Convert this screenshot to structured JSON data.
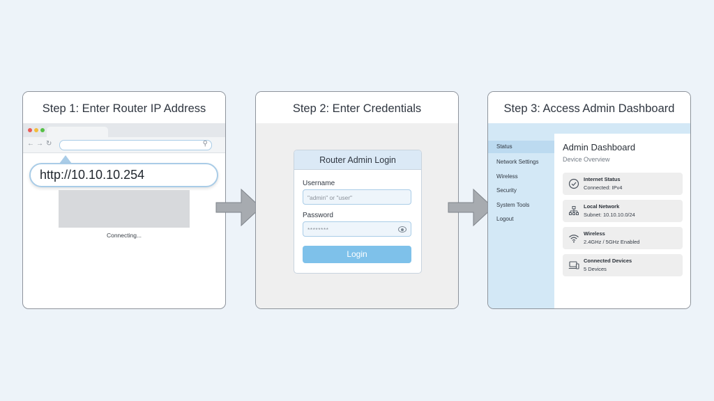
{
  "steps": [
    {
      "title": "Step 1: Enter Router IP Address"
    },
    {
      "title": "Step 2: Enter Credentials"
    },
    {
      "title": "Step 3: Access Admin Dashboard"
    }
  ],
  "browser": {
    "url_callout": "http://10.10.10.254",
    "status": "Connecting..."
  },
  "login": {
    "title": "Router Admin Login",
    "username_label": "Username",
    "username_placeholder": "\"admin\" or \"user\"",
    "password_label": "Password",
    "password_value": "********",
    "button_label": "Login"
  },
  "dashboard": {
    "title": "Admin Dashboard",
    "subtitle": "Device Overview",
    "nav": [
      {
        "label": "Status"
      },
      {
        "label": "Network Settings"
      },
      {
        "label": "Wireless"
      },
      {
        "label": "Security"
      },
      {
        "label": "System Tools"
      },
      {
        "label": "Logout"
      }
    ],
    "cards": [
      {
        "title": "Internet Status",
        "detail": "Connected: IPv4",
        "icon": "check-circle-icon"
      },
      {
        "title": "Local Network",
        "detail": "Subnet: 10.10.10.0/24",
        "icon": "network-icon"
      },
      {
        "title": "Wireless",
        "detail": "2.4GHz / 5GHz Enabled",
        "icon": "wifi-icon"
      },
      {
        "title": "Connected Devices",
        "detail": "5 Devices",
        "icon": "devices-icon"
      }
    ]
  },
  "colors": {
    "background": "#edf3f9",
    "accent": "#7ec1ea",
    "sidebar": "#d3e8f6",
    "arrow": "#a7abb0"
  }
}
